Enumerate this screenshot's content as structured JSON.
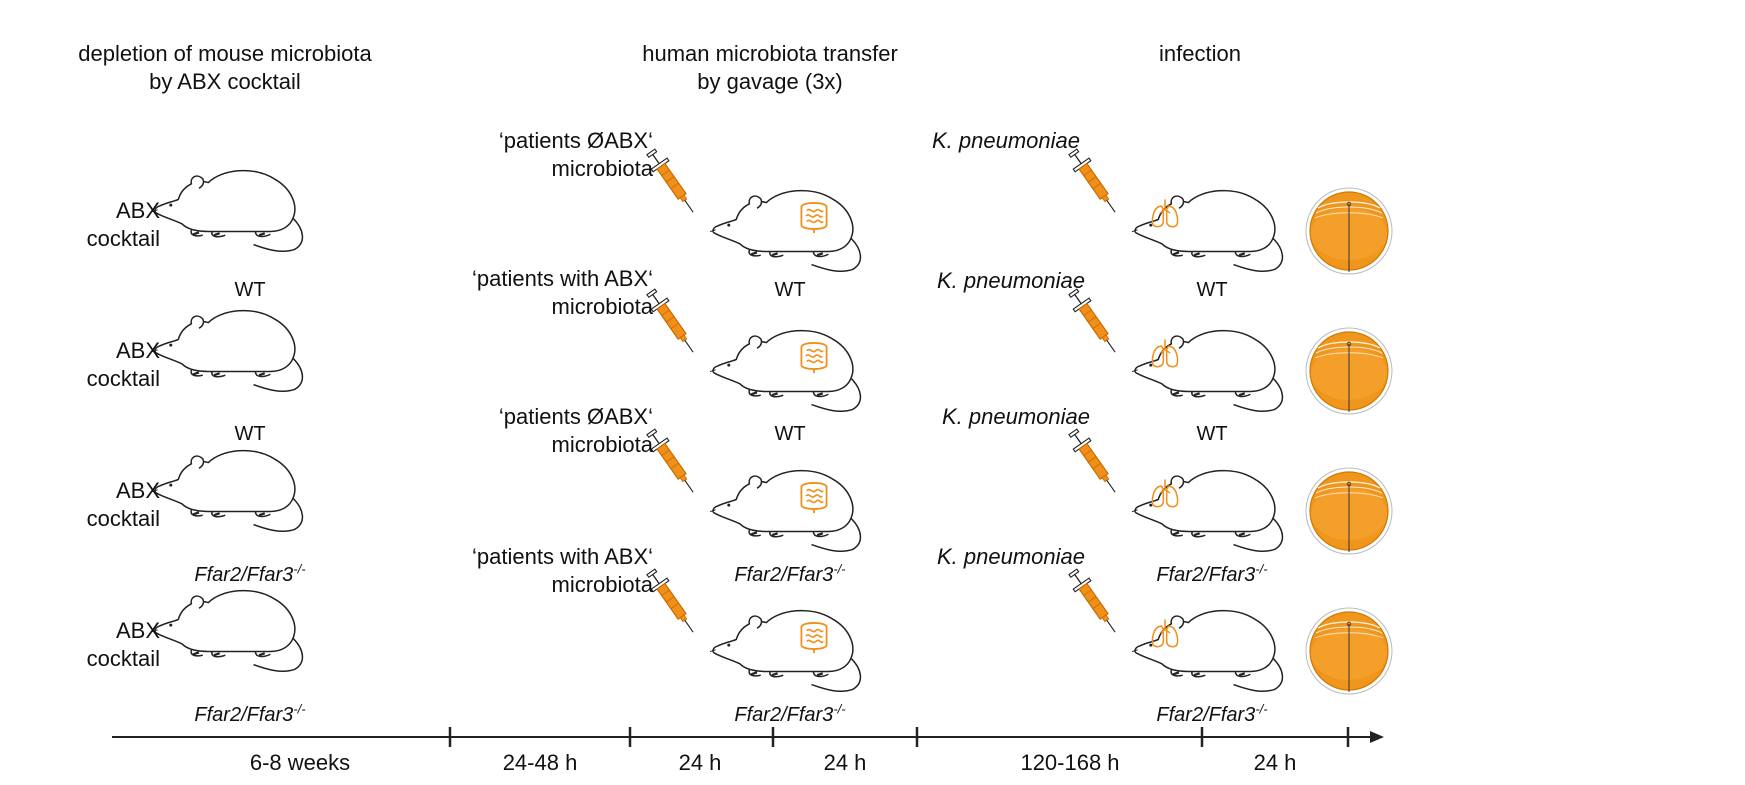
{
  "headers": {
    "depletion": [
      "depletion of mouse microbiota",
      "by ABX cocktail"
    ],
    "transfer": [
      "human microbiota transfer",
      "by gavage (3x)"
    ],
    "infection": "infection"
  },
  "abx_label": [
    "ABX",
    "cocktail"
  ],
  "genotypes": {
    "wt": "WT",
    "ko_base": "Ffar2/Ffar3",
    "ko_sup": "-/-"
  },
  "transfer_labels": [
    [
      "‘patients ØABX‘",
      "microbiota"
    ],
    [
      "‘patients with ABX‘",
      "microbiota"
    ],
    [
      "‘patients ØABX‘",
      "microbiota"
    ],
    [
      "‘patients with ABX‘",
      "microbiota"
    ]
  ],
  "pathogen": "K. pneumoniae",
  "timeline": [
    "6-8 weeks",
    "24-48 h",
    "24 h",
    "24 h",
    "120-168 h",
    "24 h"
  ],
  "colors": {
    "accent": "#f0901a",
    "accent_dark": "#e07a00",
    "line": "#222222"
  },
  "icons": [
    "mouse-icon",
    "syringe-icon",
    "intestine-icon",
    "lung-icon",
    "agar-plate-icon",
    "timeline-arrow"
  ]
}
